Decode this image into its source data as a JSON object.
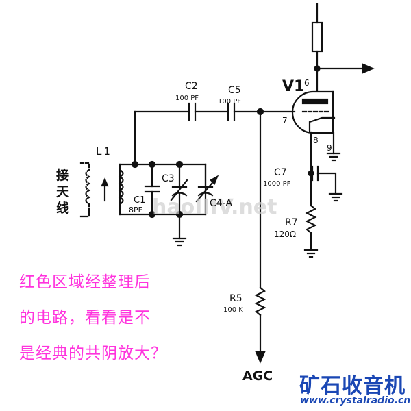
{
  "labels": {
    "v1": "V1",
    "pin6": "6",
    "pin7": "7",
    "pin8": "8",
    "pin9": "9",
    "c2_name": "C2",
    "c2_value": "100 PF",
    "c5_name": "C5",
    "c5_value": "100 PF",
    "l1": "L1",
    "antenna_chars": [
      "接",
      "天",
      "线"
    ],
    "c1_name": "C1",
    "c1_value": "8PF",
    "c3": "C3",
    "c4a": "C4-A",
    "c7_name": "C7",
    "c7_value": "1000 PF",
    "r7_name": "R7",
    "r7_value": "120Ω",
    "r5_name": "R5",
    "r5_value": "100 K",
    "agc": "AGC"
  },
  "annotation": {
    "lines": [
      "红色区域经整理后",
      "的电路，看看是不",
      "是经典的共阴放大？"
    ],
    "color": "#ff33dd"
  },
  "watermark": {
    "text": "haoIIIV.net"
  },
  "brand": {
    "name": "矿石收音机",
    "url": "www.crystalradio.cn",
    "color": "#1a47b4"
  },
  "colors": {
    "v1_label": "#d60000",
    "wire": "#111111"
  }
}
